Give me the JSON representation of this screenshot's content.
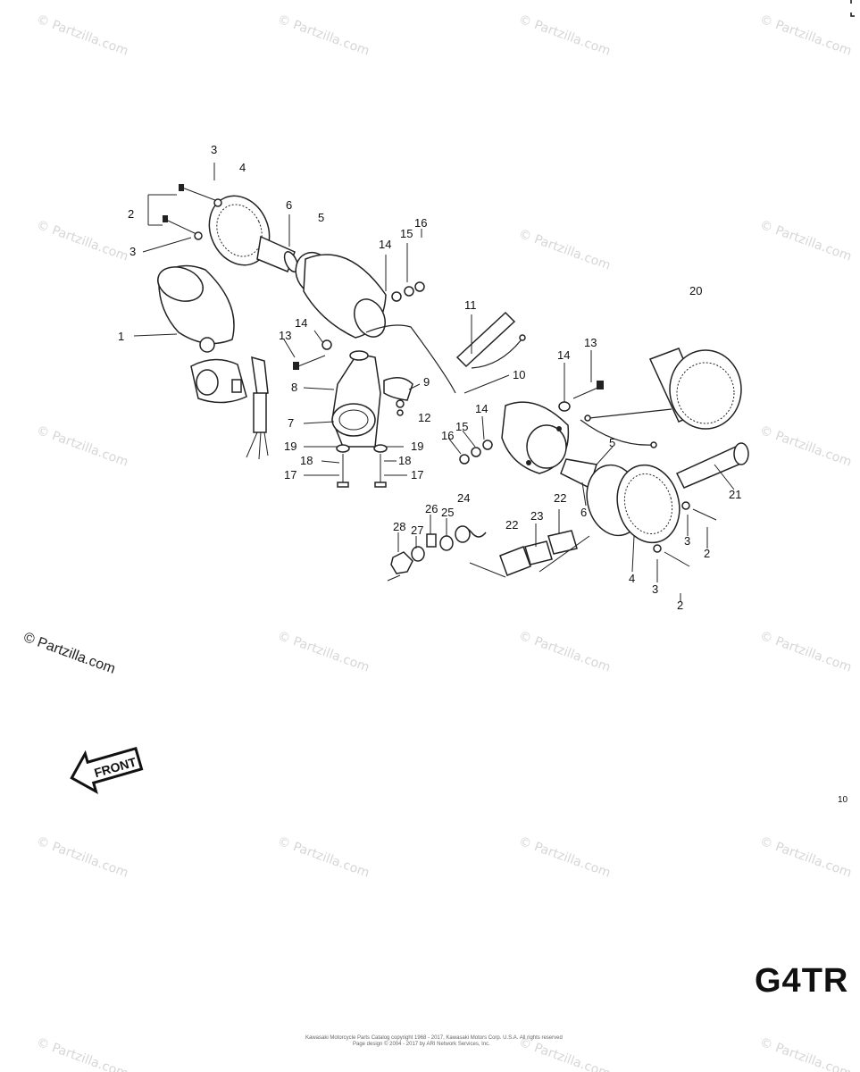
{
  "diagram": {
    "model_code": "G4TR",
    "page_number": "10",
    "front_arrow_label": "FRONT",
    "logo_text": "© Partzilla.com",
    "watermark_text": "© Partzilla.com",
    "copyright_line_1": "Kawasaki Motorcycle Parts Catalog copyright 1968 - 2017, Kawasaki Motors Corp. U.S.A. All rights reserved",
    "copyright_line_2": "Page design © 2004 - 2017 by ARI Network Services, Inc.",
    "callouts": [
      {
        "id": "c1",
        "text": "1"
      },
      {
        "id": "c2a",
        "text": "2"
      },
      {
        "id": "c3a",
        "text": "3"
      },
      {
        "id": "c3b",
        "text": "3"
      },
      {
        "id": "c4a",
        "text": "4"
      },
      {
        "id": "c5a",
        "text": "5"
      },
      {
        "id": "c6a",
        "text": "6"
      },
      {
        "id": "c14a",
        "text": "14"
      },
      {
        "id": "c15a",
        "text": "15"
      },
      {
        "id": "c16a",
        "text": "16"
      },
      {
        "id": "c20",
        "text": "20"
      },
      {
        "id": "c11",
        "text": "11"
      },
      {
        "id": "c10",
        "text": "10"
      },
      {
        "id": "c13a",
        "text": "13"
      },
      {
        "id": "c14b",
        "text": "14"
      },
      {
        "id": "c9",
        "text": "9"
      },
      {
        "id": "c8",
        "text": "8"
      },
      {
        "id": "c7",
        "text": "7"
      },
      {
        "id": "c12",
        "text": "12"
      },
      {
        "id": "c19a",
        "text": "19"
      },
      {
        "id": "c18a",
        "text": "18"
      },
      {
        "id": "c17a",
        "text": "17"
      },
      {
        "id": "c19b",
        "text": "19"
      },
      {
        "id": "c18b",
        "text": "18"
      },
      {
        "id": "c17b",
        "text": "17"
      },
      {
        "id": "c14c",
        "text": "14"
      },
      {
        "id": "c13b",
        "text": "13"
      },
      {
        "id": "c14d",
        "text": "14"
      },
      {
        "id": "c15b",
        "text": "15"
      },
      {
        "id": "c16b",
        "text": "16"
      },
      {
        "id": "c5b",
        "text": "5"
      },
      {
        "id": "c21",
        "text": "21"
      },
      {
        "id": "c6b",
        "text": "6"
      },
      {
        "id": "c3c",
        "text": "3"
      },
      {
        "id": "c2b",
        "text": "2"
      },
      {
        "id": "c4b",
        "text": "4"
      },
      {
        "id": "c3d",
        "text": "3"
      },
      {
        "id": "c2c",
        "text": "2"
      },
      {
        "id": "c24",
        "text": "24"
      },
      {
        "id": "c26",
        "text": "26"
      },
      {
        "id": "c25",
        "text": "25"
      },
      {
        "id": "c28",
        "text": "28"
      },
      {
        "id": "c27",
        "text": "27"
      },
      {
        "id": "c22a",
        "text": "22"
      },
      {
        "id": "c22b",
        "text": "22"
      },
      {
        "id": "c23",
        "text": "23"
      }
    ]
  }
}
